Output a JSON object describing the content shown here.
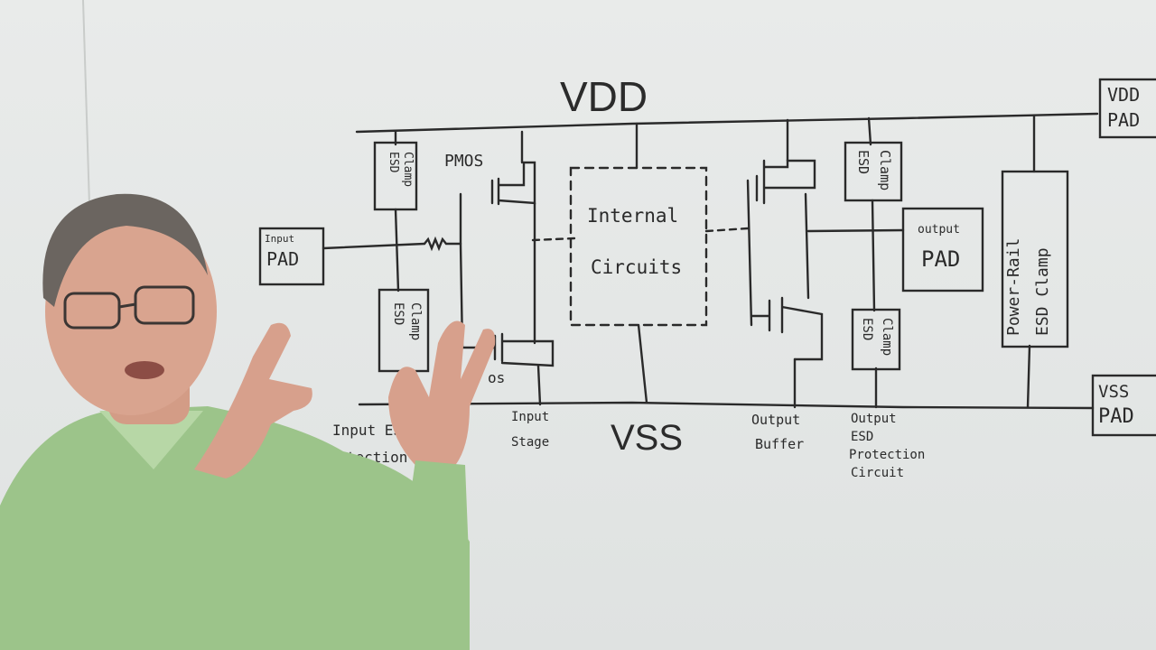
{
  "whiteboard": {
    "rails": {
      "top": "VDD",
      "bottom": "VSS"
    },
    "pads": {
      "input_small": "Input",
      "input_main": "PAD",
      "output_small": "output",
      "output_main": "PAD",
      "vdd_line1": "VDD",
      "vdd_line2": "PAD",
      "vss_line1": "VSS",
      "vss_line2": "PAD"
    },
    "clamp": {
      "esd": "ESD",
      "clamp": "Clamp"
    },
    "power_rail_clamp": {
      "line1": "Power-Rail",
      "line2": "ESD Clamp"
    },
    "internal": {
      "line1": "Internal",
      "line2": "Circuits"
    },
    "transistors": {
      "pmos": "PMOS",
      "nmos_partial": "os"
    },
    "captions": {
      "input_esd_line1": "Input ESD",
      "input_esd_line2": "Protection",
      "input_stage_line1": "Input",
      "input_stage_line2": "Stage",
      "output_buffer_line1": "Output",
      "output_buffer_line2": "Buffer",
      "output_esd_line1": "Output",
      "output_esd_line2": "ESD",
      "output_esd_line3": "Protection",
      "output_esd_line4": "Circuit"
    }
  },
  "colors": {
    "board": "#e6e8e7",
    "marker": "#2a2a2a",
    "shirt": "#9cc48a",
    "skin": "#d9a48f"
  }
}
